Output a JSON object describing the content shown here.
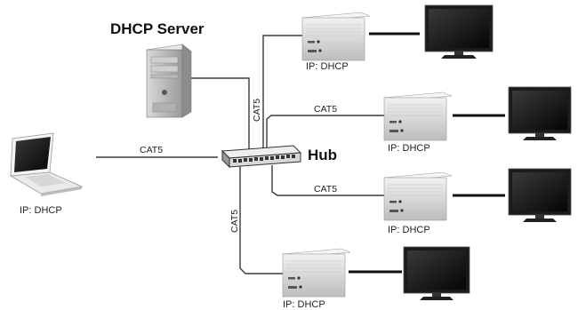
{
  "server": {
    "title": "DHCP Server"
  },
  "hub": {
    "label": "Hub"
  },
  "laptop": {
    "label": "IP: DHCP"
  },
  "clients": [
    {
      "label": "IP: DHCP"
    },
    {
      "label": "IP: DHCP"
    },
    {
      "label": "IP: DHCP"
    },
    {
      "label": "IP: DHCP"
    }
  ],
  "cables": {
    "server": "CAT5",
    "laptop": "CAT5",
    "client2": "CAT5",
    "client3": "CAT5",
    "client4": "CAT5"
  },
  "icons": [
    "server-tower-icon",
    "laptop-icon",
    "hub-icon",
    "decoder-box-icon",
    "monitor-icon"
  ]
}
